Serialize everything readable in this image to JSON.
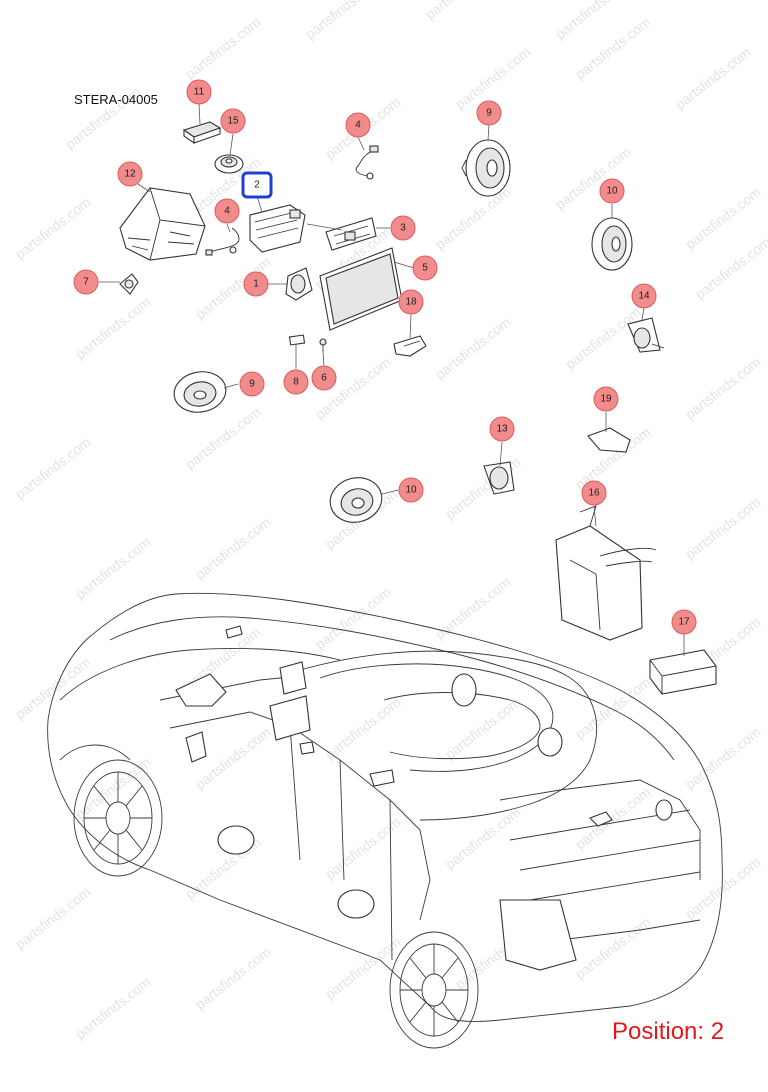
{
  "diagram_code": "STERA-04005",
  "position_label": "Position: 2",
  "watermark": "partsfinds.com",
  "highlighted_callout": "2",
  "callouts": [
    {
      "label": "11"
    },
    {
      "label": "15"
    },
    {
      "label": "4"
    },
    {
      "label": "9"
    },
    {
      "label": "12"
    },
    {
      "label": "2"
    },
    {
      "label": "4"
    },
    {
      "label": "3"
    },
    {
      "label": "10"
    },
    {
      "label": "7"
    },
    {
      "label": "1"
    },
    {
      "label": "5"
    },
    {
      "label": "14"
    },
    {
      "label": "18"
    },
    {
      "label": "8"
    },
    {
      "label": "6"
    },
    {
      "label": "9"
    },
    {
      "label": "19"
    },
    {
      "label": "13"
    },
    {
      "label": "10"
    },
    {
      "label": "16"
    },
    {
      "label": "17"
    }
  ],
  "colors": {
    "callout_fill": "#f28b8b",
    "callout_stroke": "#e05a5a",
    "highlight_stroke": "#1f3fd1",
    "position_text": "#e0181b"
  }
}
